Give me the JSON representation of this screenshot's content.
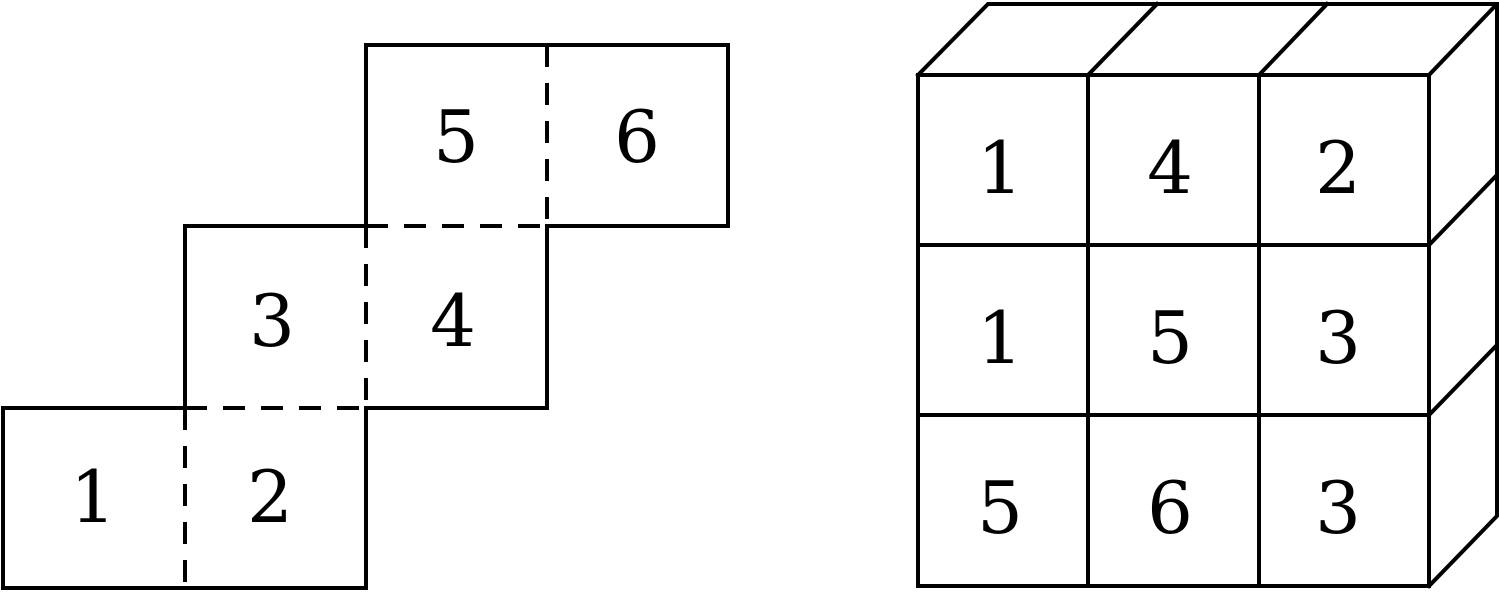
{
  "net": {
    "faces": [
      {
        "label": "1"
      },
      {
        "label": "2"
      },
      {
        "label": "3"
      },
      {
        "label": "4"
      },
      {
        "label": "5"
      },
      {
        "label": "6"
      }
    ]
  },
  "cube": {
    "front_grid": [
      [
        "1",
        "4",
        "2"
      ],
      [
        "1",
        "5",
        "3"
      ],
      [
        "5",
        "6",
        "3"
      ]
    ]
  }
}
